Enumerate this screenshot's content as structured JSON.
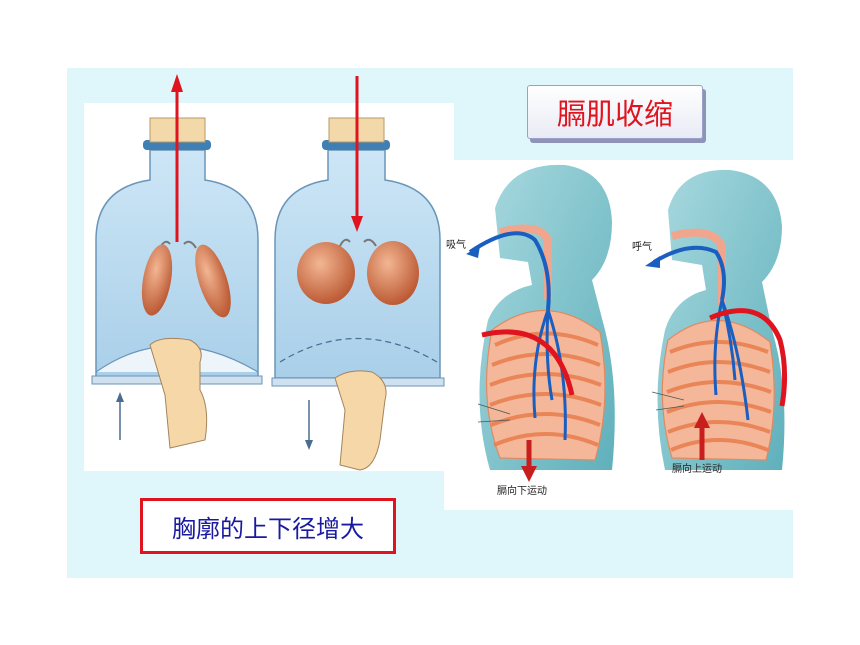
{
  "title": "膈肌收缩",
  "caption": "胸廓的上下径增大",
  "labels": {
    "inhale": "吸气",
    "exhale": "呼气",
    "diaphragm_down": "膈向下运动",
    "diaphragm_up": "膈向上运动"
  },
  "colors": {
    "slide_bg": "#dff6fa",
    "title_red": "#e0141e",
    "caption_blue": "#1a1aa0",
    "air_arrow_blue": "#1a5fc0",
    "rib_orange": "#f0a070"
  }
}
